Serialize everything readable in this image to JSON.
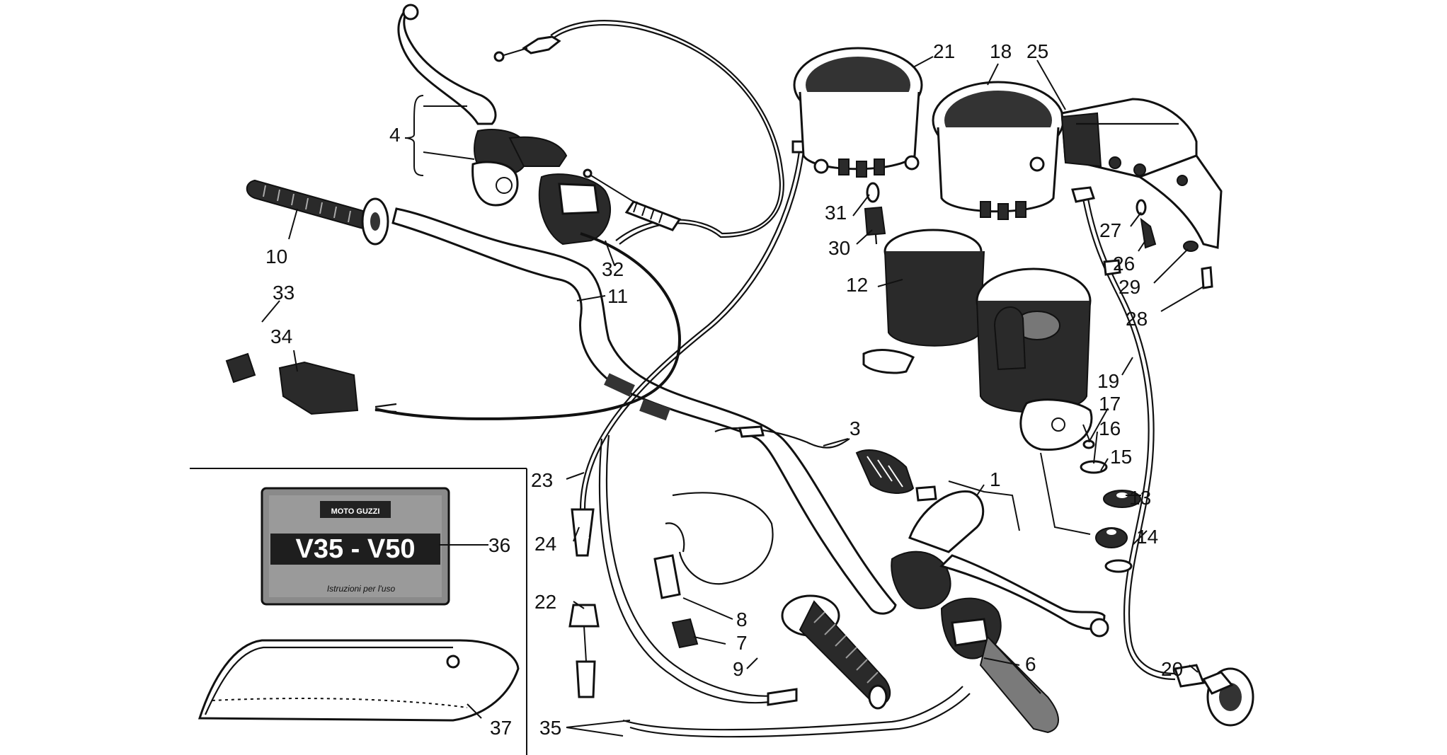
{
  "diagram": {
    "manual": {
      "brand": "MOTO GUZZI",
      "model": "V35 - V50",
      "subtitle": "Istruzioni per l'uso"
    },
    "labels": [
      {
        "id": "l1",
        "text": "1"
      },
      {
        "id": "l3",
        "text": "3"
      },
      {
        "id": "l4",
        "text": "4"
      },
      {
        "id": "l6",
        "text": "6"
      },
      {
        "id": "l7",
        "text": "7"
      },
      {
        "id": "l8",
        "text": "8"
      },
      {
        "id": "l9",
        "text": "9"
      },
      {
        "id": "l10",
        "text": "10"
      },
      {
        "id": "l11",
        "text": "11"
      },
      {
        "id": "l12",
        "text": "12"
      },
      {
        "id": "l13",
        "text": "13"
      },
      {
        "id": "l14",
        "text": "14"
      },
      {
        "id": "l15",
        "text": "15"
      },
      {
        "id": "l16",
        "text": "16"
      },
      {
        "id": "l17",
        "text": "17"
      },
      {
        "id": "l18",
        "text": "18"
      },
      {
        "id": "l19",
        "text": "19"
      },
      {
        "id": "l20",
        "text": "20"
      },
      {
        "id": "l21",
        "text": "21"
      },
      {
        "id": "l22",
        "text": "22"
      },
      {
        "id": "l23",
        "text": "23"
      },
      {
        "id": "l24",
        "text": "24"
      },
      {
        "id": "l25",
        "text": "25"
      },
      {
        "id": "l26",
        "text": "26"
      },
      {
        "id": "l27",
        "text": "27"
      },
      {
        "id": "l28",
        "text": "28"
      },
      {
        "id": "l29",
        "text": "29"
      },
      {
        "id": "l30",
        "text": "30"
      },
      {
        "id": "l31",
        "text": "31"
      },
      {
        "id": "l32",
        "text": "32"
      },
      {
        "id": "l33",
        "text": "33"
      },
      {
        "id": "l34",
        "text": "34"
      },
      {
        "id": "l35",
        "text": "35"
      },
      {
        "id": "l36",
        "text": "36"
      },
      {
        "id": "l37",
        "text": "37"
      }
    ]
  }
}
